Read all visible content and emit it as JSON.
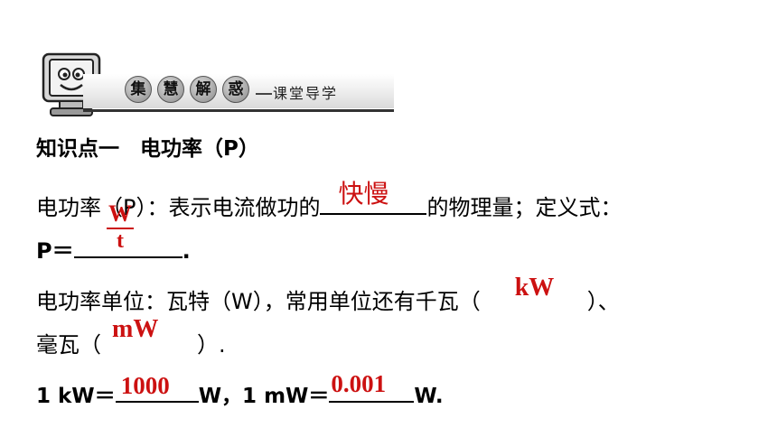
{
  "header": {
    "badges": [
      "集",
      "慧",
      "解",
      "惑"
    ],
    "subtitle": "课堂导学"
  },
  "content": {
    "heading": "知识点一　电功率（P）",
    "def_prefix": "电功率（P）：表示电流做功的",
    "def_answer": "快慢",
    "def_suffix": "的物理量；定义式：",
    "formula_prefix": "P＝",
    "formula_suffix": ".",
    "fraction_num": "W",
    "fraction_den": "t",
    "unit_prefix": "电功率单位：瓦特（W），常用单位还有千瓦（",
    "unit_answer1": "kW",
    "unit_mid": "）、",
    "unit_line2_prefix": "毫瓦（",
    "unit_answer2": "mW",
    "unit_line2_suffix": "）.",
    "conv_prefix": "1 kW＝",
    "conv_answer1": "1000",
    "conv_mid": "W，1 mW＝",
    "conv_answer2": "0.001",
    "conv_suffix": "W."
  },
  "colors": {
    "answer": "#cc1111",
    "text": "#000000"
  },
  "icons": [
    "smiling-monitor-mascot-icon"
  ]
}
